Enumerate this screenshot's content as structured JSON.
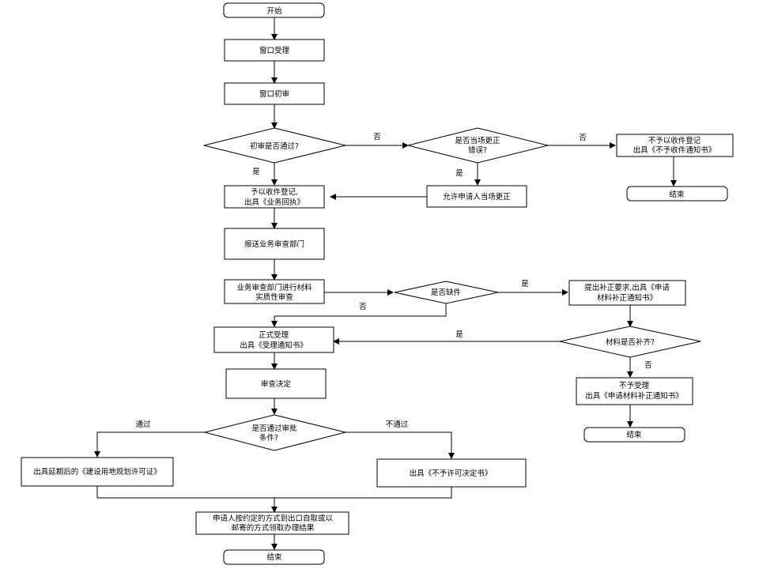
{
  "nodes": {
    "start": "开始",
    "window_accept": "窗口受理",
    "window_initial_review": "窗口初审",
    "initial_review_pass": "初审是否通过?",
    "correct_on_site": [
      "是否当场更正",
      "错误?"
    ],
    "reject_registration": [
      "不予以收件登记",
      "出具《不予收件通知书》"
    ],
    "end_1": "结束",
    "accept_registration": [
      "予以收件登记,",
      "出具《业务回执》"
    ],
    "allow_correction": "允许申请人当场更正",
    "send_to_review": "报送业务审查部门",
    "material_review": [
      "业务审查部门进行材料",
      "实质性审查"
    ],
    "missing_docs": "是否缺件",
    "request_supplement": [
      "提出补正要求,出具《申请",
      "材料补正通知书》"
    ],
    "formal_accept": [
      "正式受理",
      "出具《受理通知书》"
    ],
    "materials_complete": "材料是否补齐?",
    "not_accept": [
      "不予受理",
      "出具《申请材料补正通知书》"
    ],
    "end_2": "结束",
    "review_decision": "审查决定",
    "approval_conditions": [
      "是否通过审批",
      "条件?"
    ],
    "issue_permit": "出具延期后的《建设用地规划许可证》",
    "issue_refusal": "出具《不予许可决定书》",
    "applicant_collect": [
      "申请人按约定的方式到出口自取或以",
      "邮寄的方式领取办理结果"
    ],
    "end_3": "结束"
  },
  "labels": {
    "no_1": "否",
    "no_2": "否",
    "yes_1": "是",
    "yes_2": "是",
    "yes_3": "是",
    "no_3": "否",
    "yes_4": "是",
    "no_4": "否",
    "pass": "通过",
    "not_pass": "不通过"
  },
  "colors": {
    "stroke": "#000000",
    "fill": "#ffffff"
  }
}
